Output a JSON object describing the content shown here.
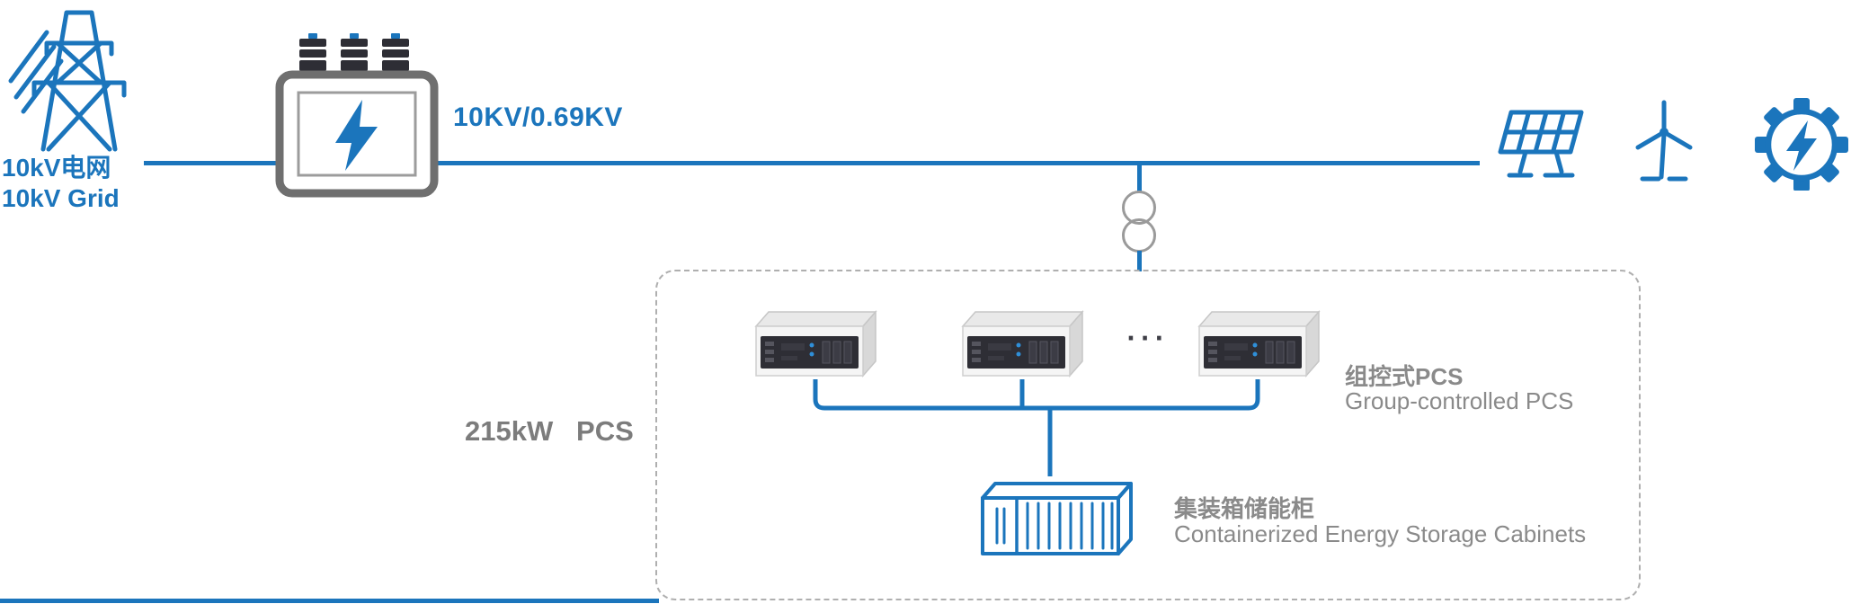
{
  "palette": {
    "blue": "#1B75BC",
    "outline": "#6F6F6F",
    "labelgray": "#8A8A8A",
    "dark": "#2E2E35"
  },
  "grid_source": {
    "label_zh": "10kV电网",
    "label_en": "10kV Grid",
    "icon": "transmission-tower-icon"
  },
  "transformer": {
    "voltage_label": "10KV/0.69KV",
    "icon": "transformer-icon"
  },
  "renewable_sources": {
    "icons": [
      "solar-panel-icon",
      "wind-turbine-icon",
      "generator-gear-icon"
    ]
  },
  "pcs_group": {
    "capacity_label": "215kW   PCS",
    "ellipsis": "···",
    "label_zh": "组控式PCS",
    "label_en": "Group-controlled PCS",
    "visible_unit_count": 3
  },
  "storage": {
    "label_zh": "集装箱储能柜",
    "label_en": "Containerized Energy Storage Cabinets",
    "icon": "container-icon"
  }
}
